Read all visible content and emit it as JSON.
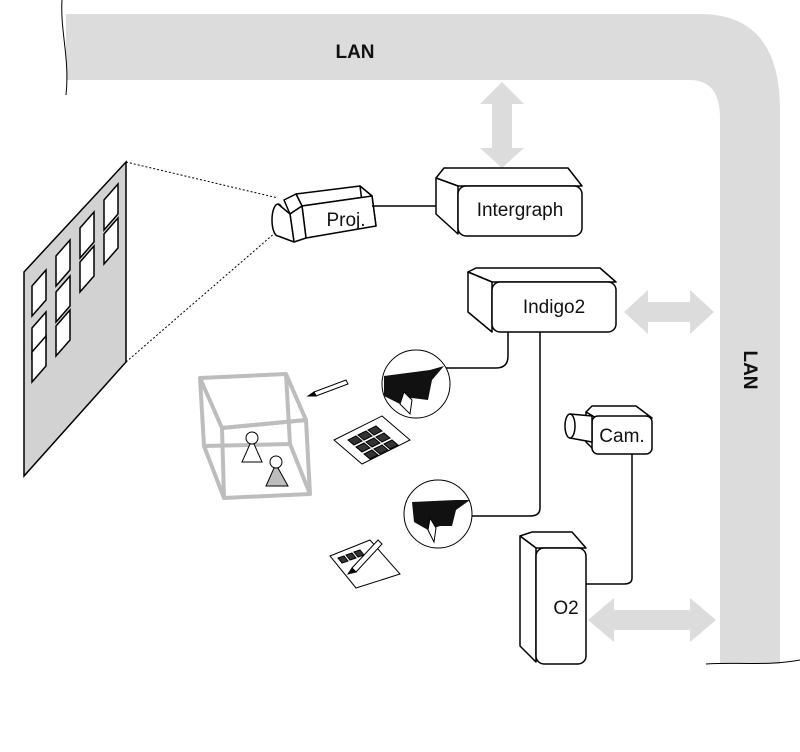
{
  "labels": {
    "lan_top": "LAN",
    "lan_right": "LAN",
    "intergraph": "Intergraph",
    "projector": "Proj.",
    "indigo2": "Indigo2",
    "camera": "Cam.",
    "o2": "O2"
  },
  "colors": {
    "lan": "#dcdcdc",
    "arrow": "#dcdcdc",
    "outline": "#000000",
    "wall": "#d2d2d2",
    "cube": "#bdbdbd"
  }
}
